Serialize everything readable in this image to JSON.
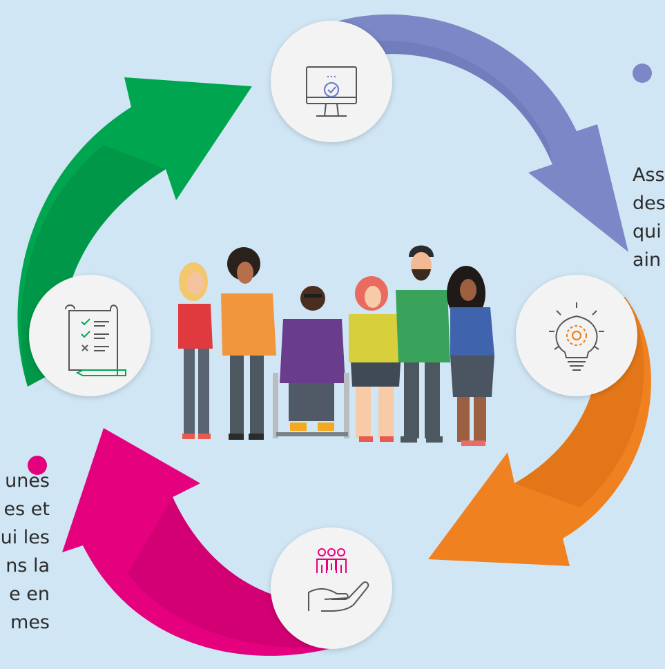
{
  "colors": {
    "background": "#d0e6f4",
    "arrow_top_right": "#7b87c6",
    "arrow_bottom_right": "#f08121",
    "arrow_bottom_left": "#e5007e",
    "arrow_top_left": "#00a54f",
    "dot_right": "#7b87c6",
    "dot_left": "#e5007e",
    "circle": "#f3f3f4"
  },
  "icons": {
    "top": "monitor-check-icon",
    "right": "lightbulb-gear-icon",
    "bottom": "hand-holding-people-icon",
    "left": "checklist-pen-icon",
    "center": "diverse-group-of-people-illustration"
  },
  "text_right": {
    "lines": [
      "Ass",
      "des",
      "qui",
      "ain"
    ]
  },
  "text_left": {
    "lines": [
      "unes",
      "es et",
      "ui les",
      "ns la",
      "e en",
      "mes"
    ]
  }
}
